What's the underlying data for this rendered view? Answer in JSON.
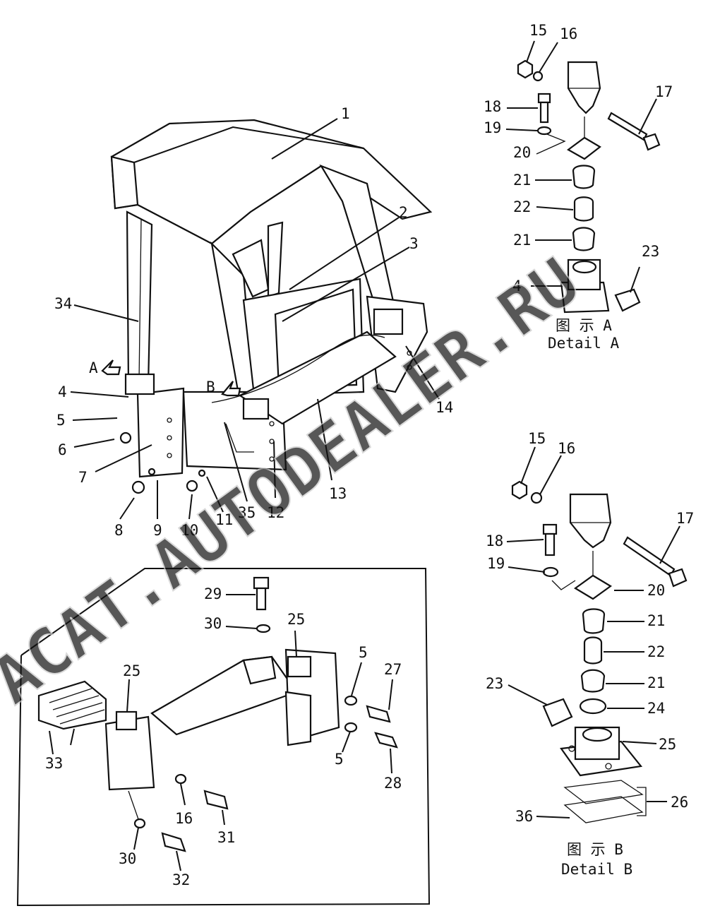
{
  "watermark": "ACAT.AUTODEALER.RU",
  "detail_a": {
    "caption_cn": "图 示 A",
    "caption_en": "Detail A"
  },
  "detail_b": {
    "caption_cn": "图 示 B",
    "caption_en": "Detail B"
  },
  "view_markers": {
    "a": "A",
    "b": "B"
  },
  "callouts": {
    "main_1": "1",
    "main_2": "2",
    "main_3": "3",
    "main_34": "34",
    "main_4": "4",
    "main_5": "5",
    "main_6": "6",
    "main_7": "7",
    "main_8": "8",
    "main_9": "9",
    "main_10": "10",
    "main_11": "11",
    "main_35": "35",
    "main_12": "12",
    "main_13": "13",
    "main_14": "14",
    "a_15": "15",
    "a_16": "16",
    "a_17": "17",
    "a_18": "18",
    "a_19": "19",
    "a_20": "20",
    "a_21_top": "21",
    "a_22": "22",
    "a_21_bot": "21",
    "a_23": "23",
    "a_4": "4",
    "b_15": "15",
    "b_16": "16",
    "b_17": "17",
    "b_18": "18",
    "b_19": "19",
    "b_20": "20",
    "b_21_top": "21",
    "b_22": "22",
    "b_21_bot": "21",
    "b_23": "23",
    "b_24": "24",
    "b_25": "25",
    "b_26": "26",
    "b_36": "36",
    "i_29": "29",
    "i_30_top": "30",
    "i_25_right": "25",
    "i_25_left": "25",
    "i_5_top": "5",
    "i_27": "27",
    "i_5_bot": "5",
    "i_28": "28",
    "i_33": "33",
    "i_16": "16",
    "i_31": "31",
    "i_30_bot": "30",
    "i_32": "32"
  }
}
